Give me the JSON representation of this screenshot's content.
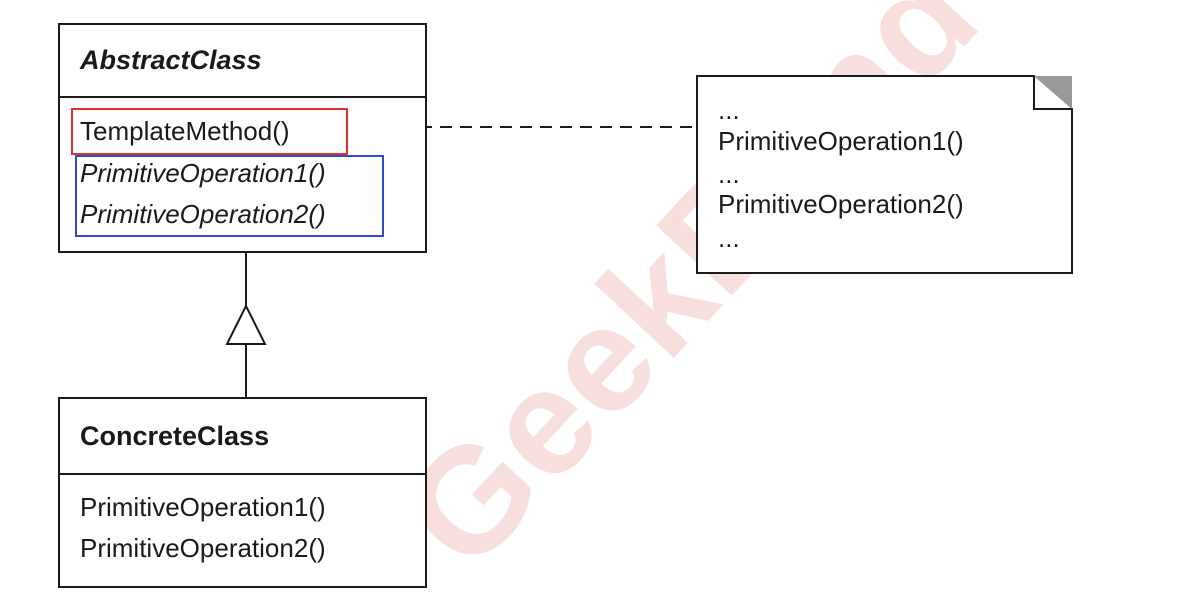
{
  "watermark": "GeekBand",
  "abstract_class": {
    "name": "AbstractClass",
    "operations": [
      "TemplateMethod()",
      "PrimitiveOperation1()",
      "PrimitiveOperation2()"
    ]
  },
  "concrete_class": {
    "name": "ConcreteClass",
    "operations": [
      "PrimitiveOperation1()",
      "PrimitiveOperation2()"
    ]
  },
  "note": {
    "lines": [
      "...",
      "PrimitiveOperation1()",
      "...",
      "PrimitiveOperation2()",
      "..."
    ]
  },
  "colors": {
    "template_method_highlight": "#e03030",
    "primitive_ops_highlight": "#2a4fc8",
    "line": "#1a1a1a",
    "note_corner": "#999999"
  },
  "icons": {
    "inheritance": "hollow-triangle-arrow",
    "note_link": "small-circle-dashed-line"
  }
}
